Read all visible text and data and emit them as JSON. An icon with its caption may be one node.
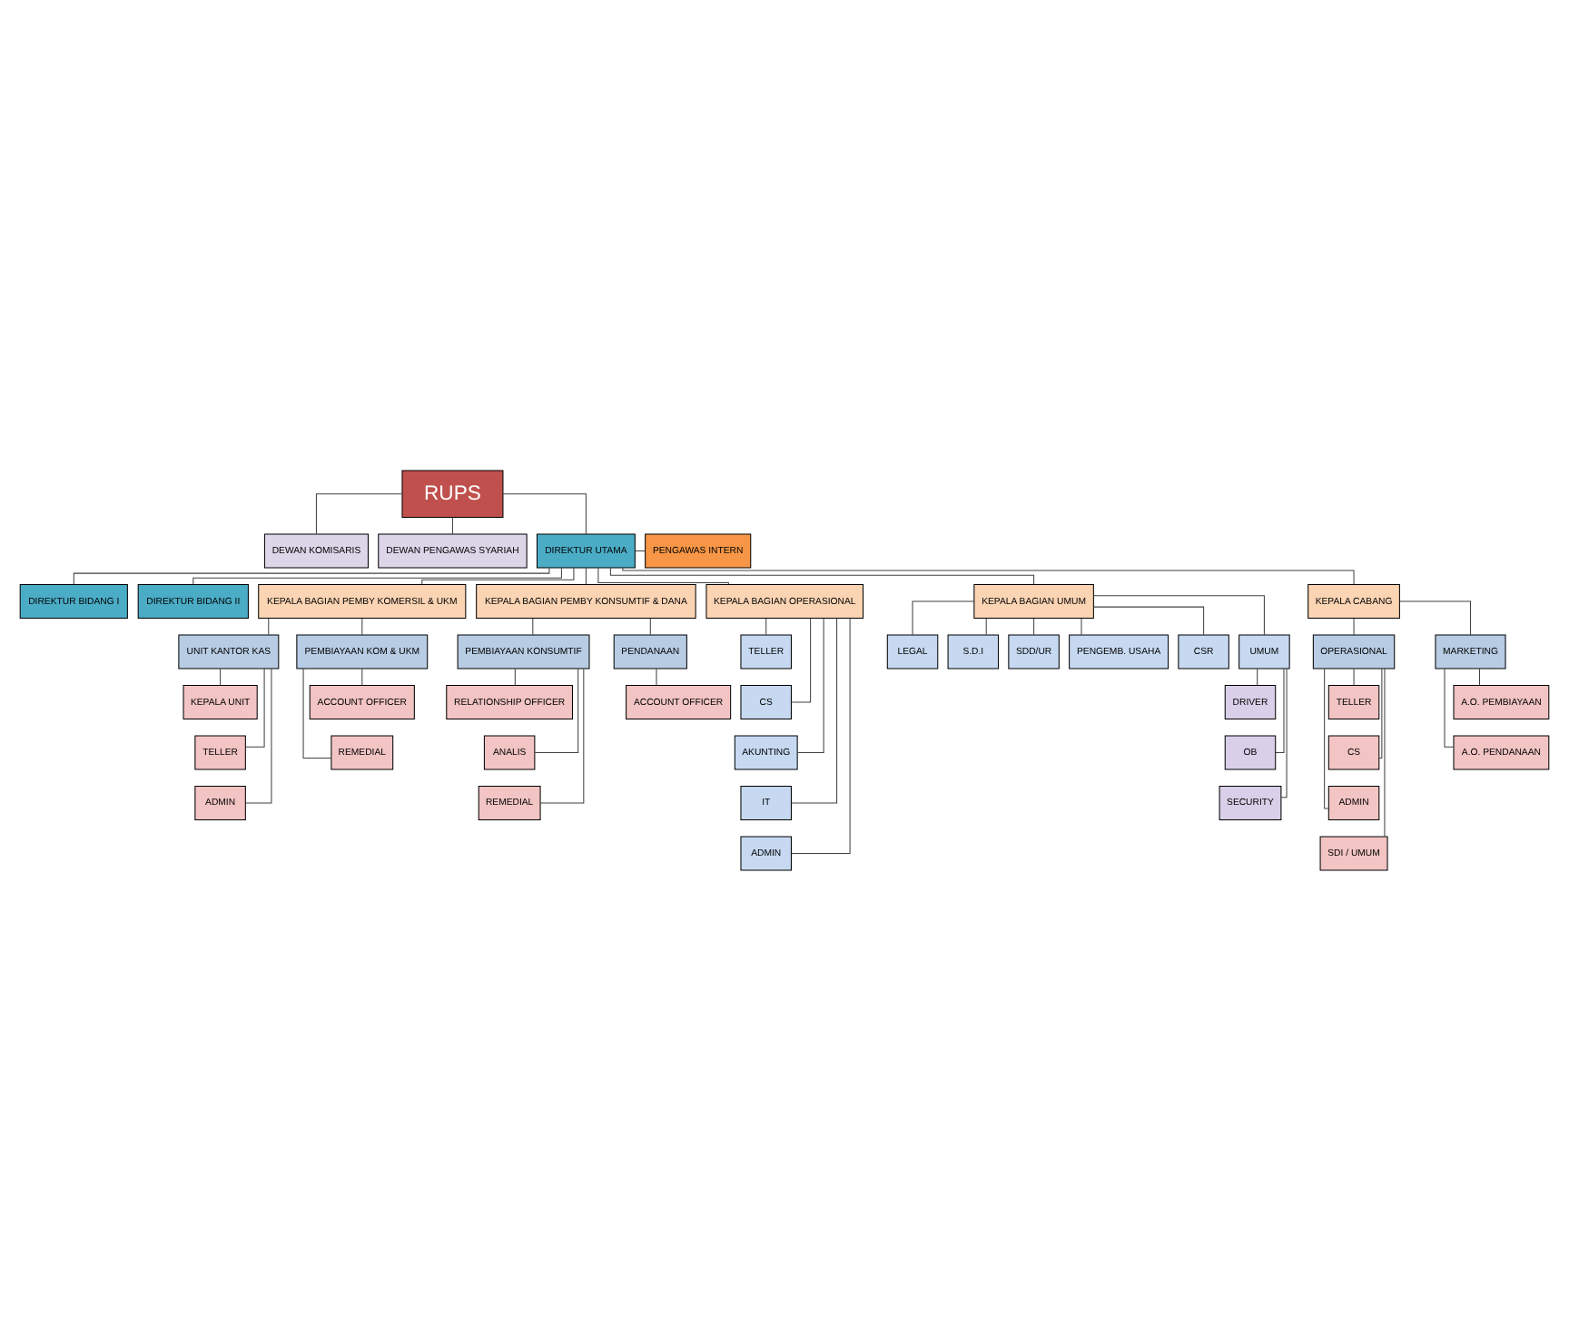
{
  "diagram": {
    "nodes": [
      {
        "text": [
          "RUPS"
        ]
      },
      {
        "text": [
          "DEWAN KOMISARIS"
        ]
      },
      {
        "text": [
          "DEWAN PENGAWAS SYARIAH"
        ]
      },
      {
        "text": [
          "DIREKTUR UTAMA"
        ]
      },
      {
        "text": [
          "PENGAWAS INTERN"
        ]
      },
      {
        "text": [
          "DIREKTUR BIDANG I"
        ]
      },
      {
        "text": [
          "DIREKTUR BIDANG II"
        ]
      },
      {
        "text": [
          "KEPALA BAGIAN PEMBY KOMERSIL & UKM"
        ]
      },
      {
        "text": [
          "KEPALA BAGIAN PEMBY KONSUMTIF & DANA"
        ]
      },
      {
        "text": [
          "KEPALA BAGIAN OPERASIONAL"
        ]
      },
      {
        "text": [
          "KEPALA BAGIAN UMUM"
        ]
      },
      {
        "text": [
          "KEPALA CABANG"
        ]
      },
      {
        "text": [
          "UNIT KANTOR KAS"
        ]
      },
      {
        "text": [
          "PEMBIAYAAN KOM & UKM"
        ]
      },
      {
        "text": [
          "KEPALA UNIT"
        ]
      },
      {
        "text": [
          "TELLER"
        ]
      },
      {
        "text": [
          "ADMIN"
        ]
      },
      {
        "text": [
          "ACCOUNT OFFICER"
        ]
      },
      {
        "text": [
          "REMEDIAL"
        ]
      },
      {
        "text": [
          "PEMBIAYAAN KONSUMTIF"
        ]
      },
      {
        "text": [
          "PENDANAAN"
        ]
      },
      {
        "text": [
          "RELATIONSHIP OFFICER"
        ]
      },
      {
        "text": [
          "ANALIS"
        ]
      },
      {
        "text": [
          "REMEDIAL"
        ]
      },
      {
        "text": [
          "ACCOUNT OFFICER"
        ]
      },
      {
        "text": [
          "TELLER"
        ]
      },
      {
        "text": [
          "CS"
        ]
      },
      {
        "text": [
          "AKUNTING"
        ]
      },
      {
        "text": [
          "IT"
        ]
      },
      {
        "text": [
          "ADMIN"
        ]
      },
      {
        "text": [
          "LEGAL"
        ]
      },
      {
        "text": [
          "S.D.I"
        ]
      },
      {
        "text": [
          "SDD/UR"
        ]
      },
      {
        "text": [
          "PENGEMB. USAHA"
        ]
      },
      {
        "text": [
          "CSR"
        ]
      },
      {
        "text": [
          "UMUM"
        ]
      },
      {
        "text": [
          "DRIVER"
        ]
      },
      {
        "text": [
          "OB"
        ]
      },
      {
        "text": [
          "SECURITY"
        ]
      },
      {
        "text": [
          "OPERASIONAL"
        ]
      },
      {
        "text": [
          "MARKETING"
        ]
      },
      {
        "text": [
          "TELLER"
        ]
      },
      {
        "text": [
          "CS"
        ]
      },
      {
        "text": [
          "ADMIN"
        ]
      },
      {
        "text": [
          "SDI / UMUM"
        ]
      },
      {
        "text": [
          "A.O. PEMBIAYAAN"
        ]
      },
      {
        "text": [
          "A.O. PENDANAAN"
        ]
      }
    ],
    "edges": [
      {
        "from": 0,
        "to": 1,
        "arrow": "none"
      },
      {
        "from": 0,
        "to": 2,
        "arrow": "none"
      },
      {
        "from": 0,
        "to": 3,
        "arrow": "none"
      },
      {
        "from": 3,
        "to": 4,
        "arrow": "none"
      },
      {
        "from": 3,
        "to": 5,
        "arrow": "none"
      },
      {
        "from": 3,
        "to": 6,
        "arrow": "none"
      },
      {
        "from": 3,
        "to": 7,
        "arrow": "none"
      },
      {
        "from": 3,
        "to": 8,
        "arrow": "none"
      },
      {
        "from": 3,
        "to": 9,
        "arrow": "none"
      },
      {
        "from": 3,
        "to": 10,
        "arrow": "none"
      },
      {
        "from": 3,
        "to": 11,
        "arrow": "none"
      },
      {
        "from": 7,
        "to": 12,
        "arrow": "none"
      },
      {
        "from": 7,
        "to": 13,
        "arrow": "none"
      },
      {
        "from": 12,
        "to": 14,
        "arrow": "none"
      },
      {
        "from": 12,
        "to": 15,
        "arrow": "none"
      },
      {
        "from": 12,
        "to": 16,
        "arrow": "none"
      },
      {
        "from": 13,
        "to": 17,
        "arrow": "none"
      },
      {
        "from": 13,
        "to": 18,
        "arrow": "none"
      },
      {
        "from": 8,
        "to": 19,
        "arrow": "none"
      },
      {
        "from": 8,
        "to": 20,
        "arrow": "none"
      },
      {
        "from": 19,
        "to": 21,
        "arrow": "none"
      },
      {
        "from": 19,
        "to": 22,
        "arrow": "none"
      },
      {
        "from": 19,
        "to": 23,
        "arrow": "none"
      },
      {
        "from": 20,
        "to": 24,
        "arrow": "none"
      },
      {
        "from": 9,
        "to": 25,
        "arrow": "none"
      },
      {
        "from": 9,
        "to": 26,
        "arrow": "none"
      },
      {
        "from": 9,
        "to": 27,
        "arrow": "none"
      },
      {
        "from": 9,
        "to": 28,
        "arrow": "none"
      },
      {
        "from": 9,
        "to": 29,
        "arrow": "none"
      },
      {
        "from": 10,
        "to": 30,
        "arrow": "none"
      },
      {
        "from": 10,
        "to": 31,
        "arrow": "none"
      },
      {
        "from": 10,
        "to": 32,
        "arrow": "none"
      },
      {
        "from": 10,
        "to": 33,
        "arrow": "none"
      },
      {
        "from": 10,
        "to": 34,
        "arrow": "none"
      },
      {
        "from": 10,
        "to": 35,
        "arrow": "none"
      },
      {
        "from": 35,
        "to": 36,
        "arrow": "none"
      },
      {
        "from": 35,
        "to": 37,
        "arrow": "none"
      },
      {
        "from": 35,
        "to": 38,
        "arrow": "none"
      },
      {
        "from": 11,
        "to": 39,
        "arrow": "none"
      },
      {
        "from": 11,
        "to": 40,
        "arrow": "none"
      },
      {
        "from": 39,
        "to": 41,
        "arrow": "none"
      },
      {
        "from": 39,
        "to": 42,
        "arrow": "none"
      },
      {
        "from": 39,
        "to": 43,
        "arrow": "none"
      },
      {
        "from": 39,
        "to": 44,
        "arrow": "none"
      },
      {
        "from": 40,
        "to": 45,
        "arrow": "none"
      },
      {
        "from": 40,
        "to": 46,
        "arrow": "none"
      }
    ]
  }
}
